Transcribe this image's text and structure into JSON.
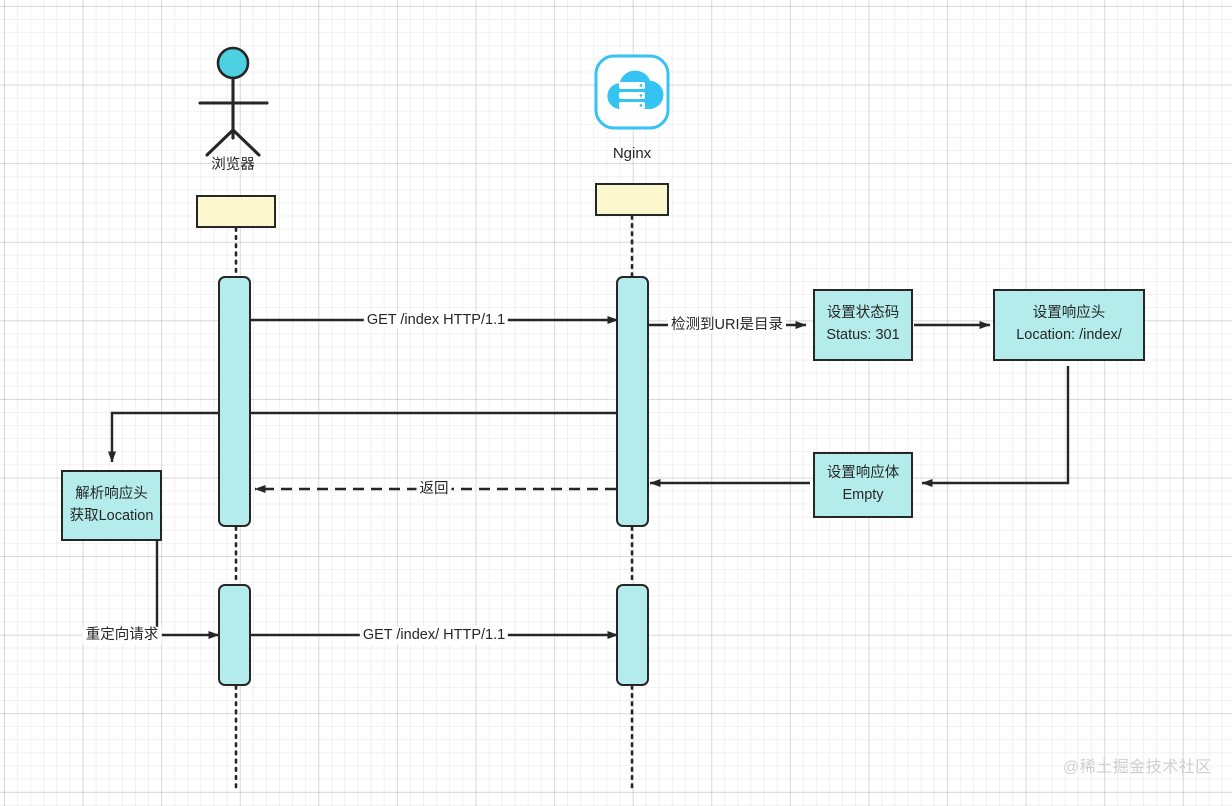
{
  "diagram": {
    "title": "Nginx 301 redirect sequence diagram",
    "background": "#ffffff",
    "accent_cyan": "#b4ecec",
    "accent_yellow": "#fbf8cd",
    "icon_blue": "#35c3f2",
    "stroke": "#262626"
  },
  "participants": [
    {
      "id": "browser",
      "label": "浏览器",
      "icon": "actor-stick-figure-icon"
    },
    {
      "id": "nginx",
      "label": "Nginx",
      "icon": "cloud-server-icon"
    }
  ],
  "messages": [
    {
      "id": "m1",
      "label": "GET /index HTTP/1.1",
      "from": "browser",
      "to": "nginx",
      "style": "solid"
    },
    {
      "id": "m2",
      "label": "检测到URI是目录",
      "from": "nginx",
      "to": "set-status",
      "style": "solid"
    },
    {
      "id": "m3",
      "label": "返回",
      "from": "nginx",
      "to": "browser",
      "style": "dashed"
    },
    {
      "id": "m4",
      "label": "重定向请求",
      "from": "parse-header",
      "to": "browser",
      "style": "solid"
    },
    {
      "id": "m5",
      "label": "GET /index/ HTTP/1.1",
      "from": "browser",
      "to": "nginx",
      "style": "solid"
    }
  ],
  "process_boxes": [
    {
      "id": "set-status",
      "line1": "设置状态码",
      "line2": "Status: 301"
    },
    {
      "id": "set-header",
      "line1": "设置响应头",
      "line2": "Location: /index/"
    },
    {
      "id": "set-body",
      "line1": "设置响应体",
      "line2": "Empty"
    },
    {
      "id": "parse-header",
      "line1": "解析响应头",
      "line2": "获取Location"
    }
  ],
  "watermark": {
    "text": "@稀土掘金技术社区"
  }
}
